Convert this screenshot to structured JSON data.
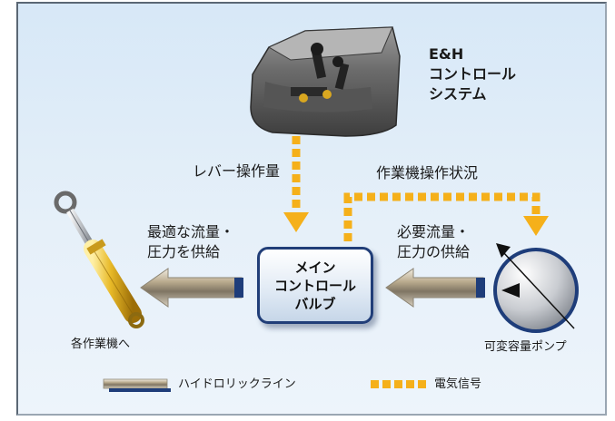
{
  "system_label": [
    "E&H",
    "コントロール",
    "システム"
  ],
  "lever_label": "レバー操作量",
  "status_label": "作業機操作状況",
  "left_flow_label": [
    "最適な流量・",
    "圧力を供給"
  ],
  "right_flow_label": [
    "必要流量・",
    "圧力の供給"
  ],
  "valve_label": [
    "メイン",
    "コントロール",
    "バルブ"
  ],
  "actuator_label": "各作業機へ",
  "pump_label": "可変容量ポンプ",
  "legend": {
    "hydraulic_label": "ハイドロリックライン",
    "electric_label": "電気信号"
  },
  "colors": {
    "signal": "#f5b01a",
    "valve_border": "#213e78",
    "panel": "#d7e8f7"
  }
}
